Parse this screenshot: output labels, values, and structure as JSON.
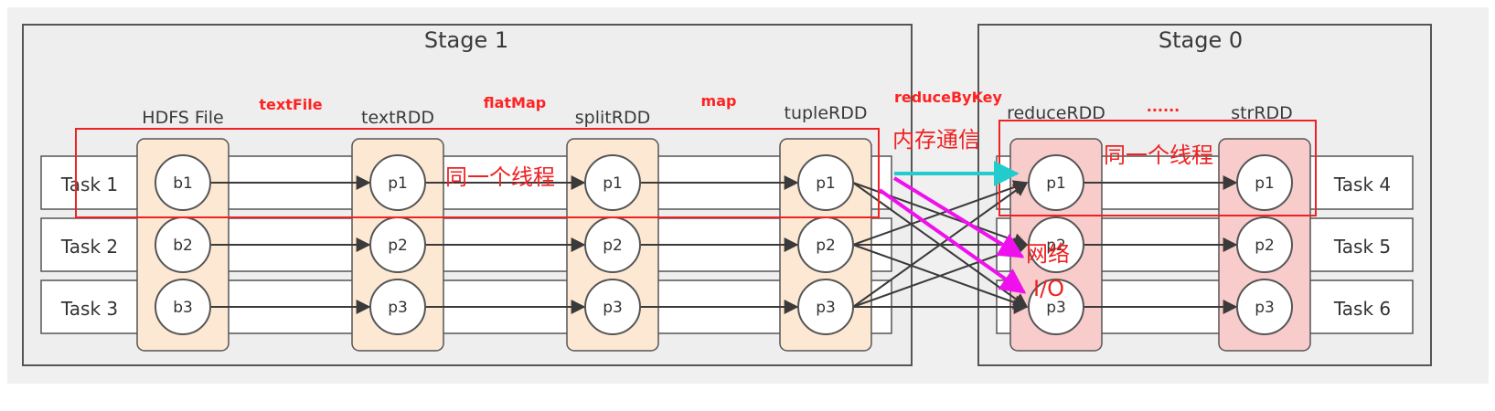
{
  "stages": [
    {
      "id": "stage1",
      "title": "Stage 1"
    },
    {
      "id": "stage0",
      "title": "Stage 0"
    }
  ],
  "columns": [
    {
      "id": "hdfs",
      "label": "HDFS File",
      "nodes": [
        "b1",
        "b2",
        "b3"
      ],
      "style": "orange"
    },
    {
      "id": "text",
      "label": "textRDD",
      "nodes": [
        "p1",
        "p2",
        "p3"
      ],
      "style": "orange"
    },
    {
      "id": "split",
      "label": "splitRDD",
      "nodes": [
        "p1",
        "p2",
        "p3"
      ],
      "style": "orange"
    },
    {
      "id": "tuple",
      "label": "tupleRDD",
      "nodes": [
        "p1",
        "p2",
        "p3"
      ],
      "style": "orange"
    },
    {
      "id": "reduce",
      "label": "reduceRDD",
      "nodes": [
        "p1",
        "p2",
        "p3"
      ],
      "style": "pink"
    },
    {
      "id": "str",
      "label": "strRDD",
      "nodes": [
        "p1",
        "p2",
        "p3"
      ],
      "style": "pink"
    }
  ],
  "tasks_left": [
    "Task 1",
    "Task 2",
    "Task 3"
  ],
  "tasks_right": [
    "Task 4",
    "Task 5",
    "Task 6"
  ],
  "operations": {
    "textFile": "textFile",
    "flatMap": "flatMap",
    "map": "map",
    "reduceByKey": "reduceByKey",
    "ellipsis": "......"
  },
  "annotations": {
    "same_thread_left": "同一个线程",
    "same_thread_right": "同一个线程",
    "memory_comm": "内存通信",
    "network_line1": "网络",
    "network_line2": "I/O"
  },
  "colors": {
    "orange_fill": "#fde9d3",
    "pink_fill": "#f9cccc",
    "annotation_red": "#ee2222",
    "cyan_arrow": "#22cccc",
    "magenta_arrow": "#ee11ee"
  }
}
